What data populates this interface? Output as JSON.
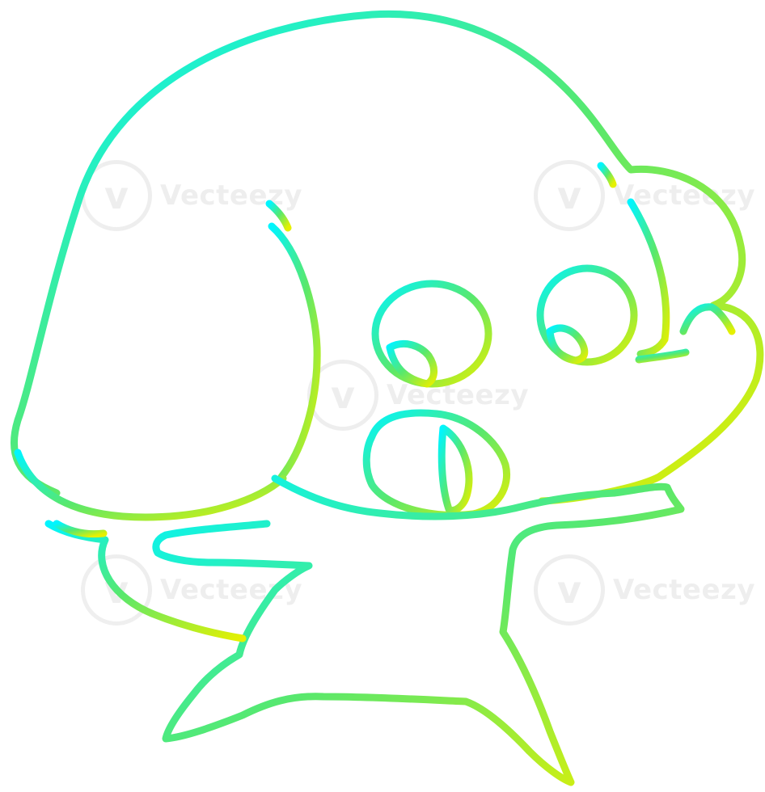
{
  "image": {
    "subject": "cartoon elephant",
    "style": "single line drawing with cold-to-warm gradient stroke"
  },
  "colors": {
    "gradient_start": "#00f5ff",
    "gradient_mid": "#59e86c",
    "gradient_end": "#e6f000",
    "background": "#ffffff",
    "watermark": "#6b6b6b"
  },
  "watermark": {
    "text": "Vecteezy",
    "logo_glyph": "v"
  }
}
